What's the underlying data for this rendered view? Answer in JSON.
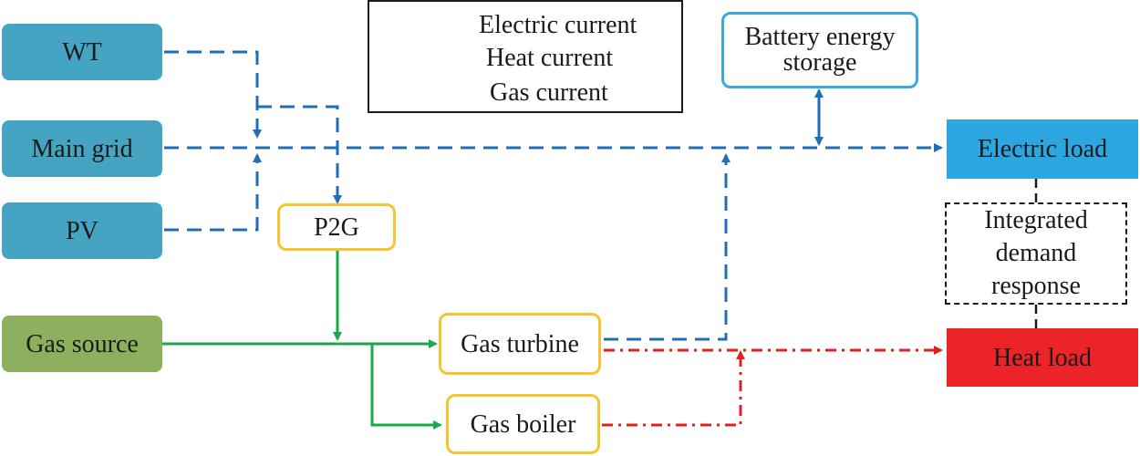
{
  "legend": {
    "electric": "Electric current",
    "heat": "Heat current",
    "gas": "Gas current"
  },
  "nodes": {
    "wt": "WT",
    "main_grid": "Main grid",
    "pv": "PV",
    "gas_source": "Gas source",
    "p2g": "P2G",
    "gas_turbine": "Gas turbine",
    "gas_boiler": "Gas boiler",
    "battery_line1": "Battery energy",
    "battery_line2": "storage",
    "electric_load": "Electric load",
    "heat_load": "Heat load",
    "idr_line1": "Integrated",
    "idr_line2": "demand",
    "idr_line3": "response"
  },
  "colors": {
    "electric": "#1f6fb8",
    "heat": "#e02020",
    "gas": "#1aa84a",
    "source_teal": "#45a4c1",
    "gas_source_green": "#8db05f",
    "converter_border": "#f7c331",
    "storage_border": "#39a9dc",
    "electric_load": "#2ca6e0",
    "heat_load": "#ec2327"
  }
}
